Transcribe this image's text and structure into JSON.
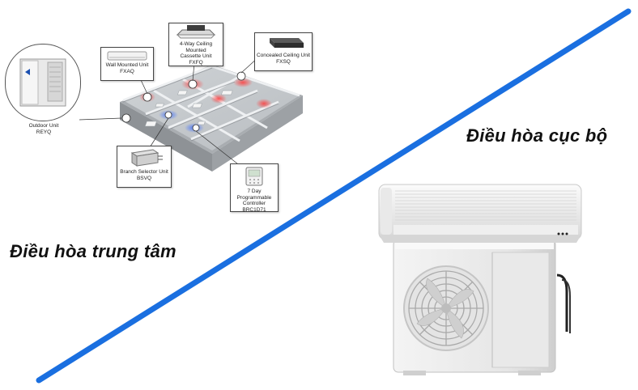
{
  "headings": {
    "local": "Điều hòa cục bộ",
    "central": "Điều hòa trung tâm"
  },
  "units": {
    "outdoor": {
      "name": "Outdoor Unit",
      "model": "REYQ"
    },
    "wall": {
      "name": "Wall Mounted Unit",
      "model": "FXAQ"
    },
    "cassette": {
      "line1": "4-Way Ceiling Mounted",
      "line2": "Cassette Unit",
      "model": "FXFQ"
    },
    "concealed": {
      "name": "Concealed Ceiling Unit",
      "model": "FXSQ"
    },
    "selector": {
      "name": "Branch Selector Unit",
      "model": "BSVQ"
    },
    "controller": {
      "line1": "7 Day Programmable",
      "line2": "Controller",
      "model": "BRC1D71"
    }
  },
  "colors": {
    "divider": "#1a6fe0",
    "accent_red": "#d9262c"
  }
}
